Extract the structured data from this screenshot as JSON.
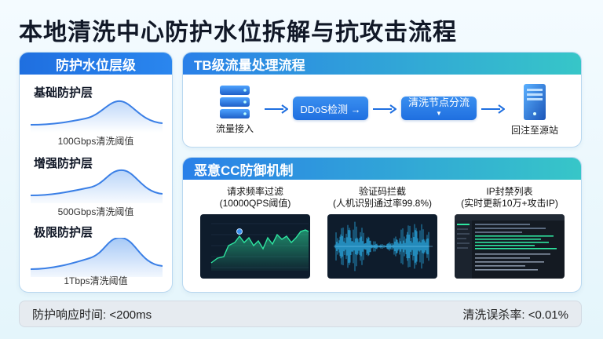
{
  "title": "本地清洗中心防护水位拆解与抗攻击流程",
  "tiers_panel": {
    "header": "防护水位层级",
    "tiers": [
      {
        "name": "基础防护层",
        "threshold": "100Gbps清洗阈值"
      },
      {
        "name": "增强防护层",
        "threshold": "500Gbps清洗阈值"
      },
      {
        "name": "极限防护层",
        "threshold": "1Tbps清洗阈值"
      }
    ]
  },
  "flow_panel": {
    "header": "TB级流量处理流程",
    "ingress_label": "流量接入",
    "step1": "DDoS检测 →",
    "step2": "清洗节点分流",
    "origin_label": "回注至源站"
  },
  "cc_panel": {
    "header": "恶意CC防御机制",
    "items": [
      {
        "title": "请求频率过滤",
        "detail": "(10000QPS阈值)"
      },
      {
        "title": "验证码拦截",
        "detail": "(人机识别通过率99.8%)"
      },
      {
        "title": "IP封禁列表",
        "detail": "(实时更新10万+攻击IP)"
      }
    ]
  },
  "footer": {
    "response": "防护响应时间: <200ms",
    "false_kill": "清洗误杀率: <0.01%"
  },
  "colors": {
    "brand_blue": "#1f6fe0",
    "teal": "#37c6c8",
    "chart_green": "#2ee6a0"
  }
}
